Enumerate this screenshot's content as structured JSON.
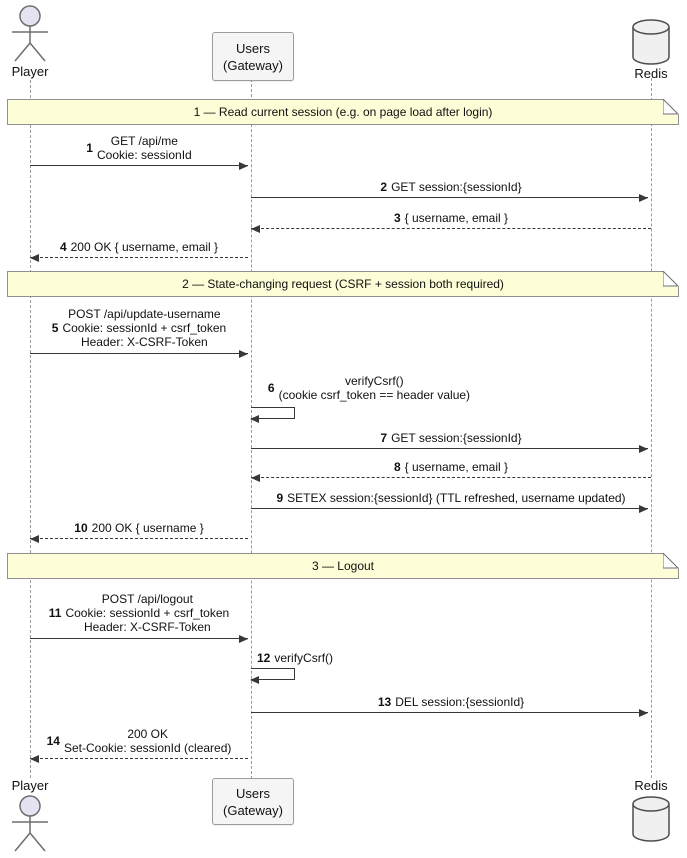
{
  "participants": {
    "player": "Player",
    "gateway": [
      "Users",
      "(Gateway)"
    ],
    "redis": "Redis"
  },
  "sections": [
    {
      "title": "1 — Read current session (e.g. on page load after login)"
    },
    {
      "title": "2 — State-changing request (CSRF + session both required)"
    },
    {
      "title": "3 — Logout"
    }
  ],
  "messages": [
    {
      "num": "1",
      "lines": [
        "GET /api/me",
        "Cookie: sessionId"
      ]
    },
    {
      "num": "2",
      "lines": [
        "GET session:{sessionId}"
      ]
    },
    {
      "num": "3",
      "lines": [
        "{ username, email }"
      ]
    },
    {
      "num": "4",
      "lines": [
        "200 OK { username, email }"
      ]
    },
    {
      "num": "5",
      "lines": [
        "POST /api/update-username",
        "Cookie: sessionId + csrf_token",
        "Header: X-CSRF-Token"
      ]
    },
    {
      "num": "6",
      "lines": [
        "verifyCsrf()",
        "(cookie csrf_token == header value)"
      ]
    },
    {
      "num": "7",
      "lines": [
        "GET session:{sessionId}"
      ]
    },
    {
      "num": "8",
      "lines": [
        "{ username, email }"
      ]
    },
    {
      "num": "9",
      "lines": [
        "SETEX session:{sessionId} (TTL refreshed, username updated)"
      ]
    },
    {
      "num": "10",
      "lines": [
        "200 OK { username }"
      ]
    },
    {
      "num": "11",
      "lines": [
        "POST /api/logout",
        "Cookie: sessionId + csrf_token",
        "Header: X-CSRF-Token"
      ]
    },
    {
      "num": "12",
      "lines": [
        "verifyCsrf()"
      ]
    },
    {
      "num": "13",
      "lines": [
        "DEL session:{sessionId}"
      ]
    },
    {
      "num": "14",
      "lines": [
        "200 OK",
        "Set-Cookie: sessionId (cleared)"
      ]
    }
  ],
  "colors": {
    "section_fill": "#fdfdd7",
    "section_border": "#8f8f8f",
    "message_line": "#383838",
    "lifeline": "#9a9a9a",
    "actor_head_fill": "#e3e3f2",
    "shape_fill": "#f0f0f0",
    "shape_border": "#4d4d4d",
    "box_fill": "#f5f5f5"
  }
}
